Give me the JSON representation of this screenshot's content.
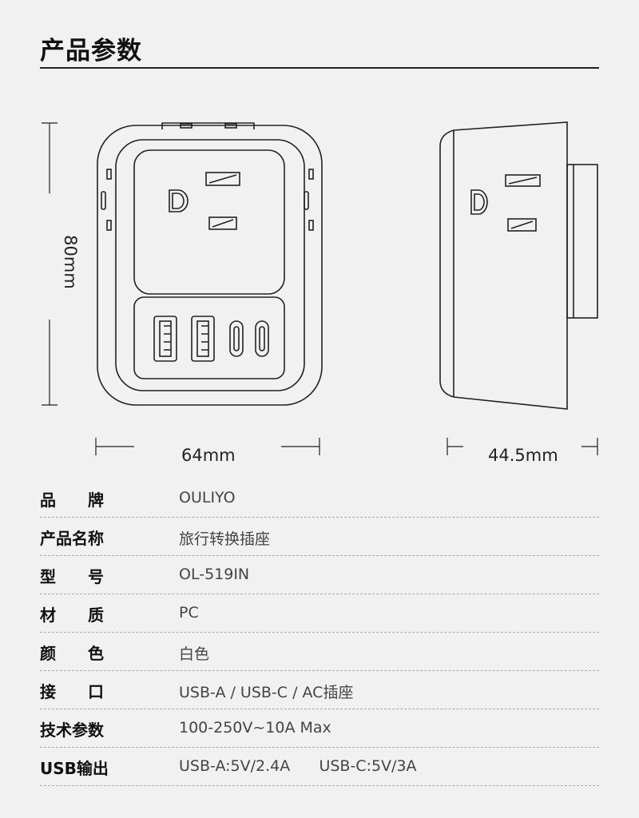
{
  "page_title": "产品参数",
  "dimensions": {
    "height": "80mm",
    "width": "64mm",
    "depth": "44.5mm"
  },
  "specs": [
    {
      "label": "品　　牌",
      "value": "OULIYO"
    },
    {
      "label": "产品名称",
      "value": "旅行转换插座"
    },
    {
      "label": "型　　号",
      "value": "OL-519IN"
    },
    {
      "label": "材　　质",
      "value": "PC"
    },
    {
      "label": "颜　　色",
      "value": "白色"
    },
    {
      "label": "接　　口",
      "value": "USB-A / USB-C / AC插座"
    },
    {
      "label": "技术参数",
      "value": "100-250V~10A Max"
    },
    {
      "label": "USB输出",
      "value": "USB-A:5V/2.4A      USB-C:5V/3A"
    }
  ],
  "colors": {
    "background": "#f1f1f1",
    "line": "#222222"
  }
}
